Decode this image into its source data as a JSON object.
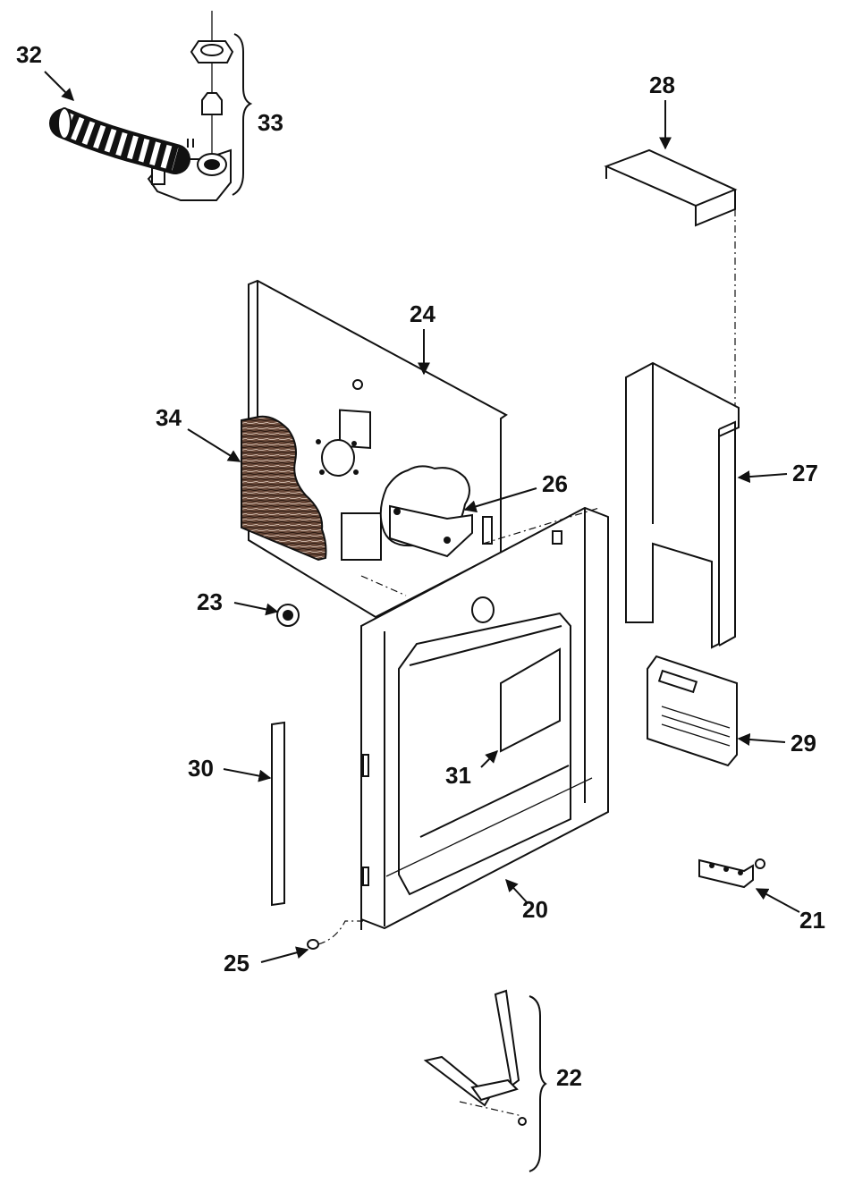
{
  "diagram": {
    "callouts": {
      "c20": "20",
      "c21": "21",
      "c22": "22",
      "c23": "23",
      "c24": "24",
      "c25": "25",
      "c26": "26",
      "c27": "27",
      "c28": "28",
      "c29": "29",
      "c30": "30",
      "c31": "31",
      "c32": "32",
      "c33": "33",
      "c34": "34"
    },
    "line_color": "#111111",
    "background": "#ffffff"
  }
}
